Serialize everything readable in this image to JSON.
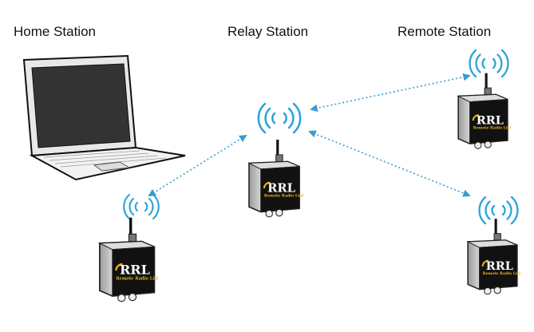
{
  "labels": {
    "home": "Home Station",
    "relay": "Relay Station",
    "remote": "Remote Station"
  },
  "device": {
    "logo": "RRL",
    "logo_sub": "Remote Radio Link"
  },
  "colors": {
    "signal": "#2aa3d8",
    "link": "#3b9bd0",
    "logo_accent": "#f2b01e"
  }
}
